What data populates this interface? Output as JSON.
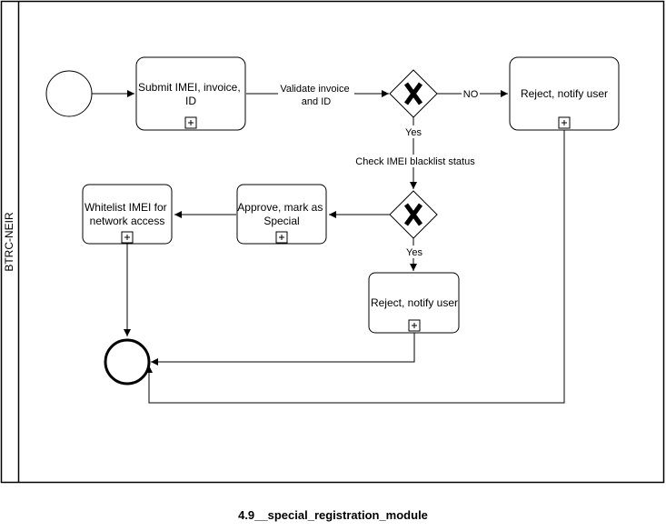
{
  "pool": {
    "lane_label": "BTRC-NEIR"
  },
  "tasks": {
    "submit": [
      "Submit IMEI, invoice,",
      "ID"
    ],
    "reject_top": [
      "Reject, notify user"
    ],
    "approve": [
      "Approve, mark as",
      "Special"
    ],
    "whitelist": [
      "Whitelist IMEI for",
      "network access"
    ],
    "reject_bottom": [
      "Reject, notify user"
    ]
  },
  "edges": {
    "validate": [
      "Validate invoice",
      "and ID"
    ],
    "no": "NO",
    "yes1": "Yes",
    "check": "Check IMEI blacklist status",
    "yes2": "Yes"
  },
  "caption": "4.9__special_registration_module"
}
